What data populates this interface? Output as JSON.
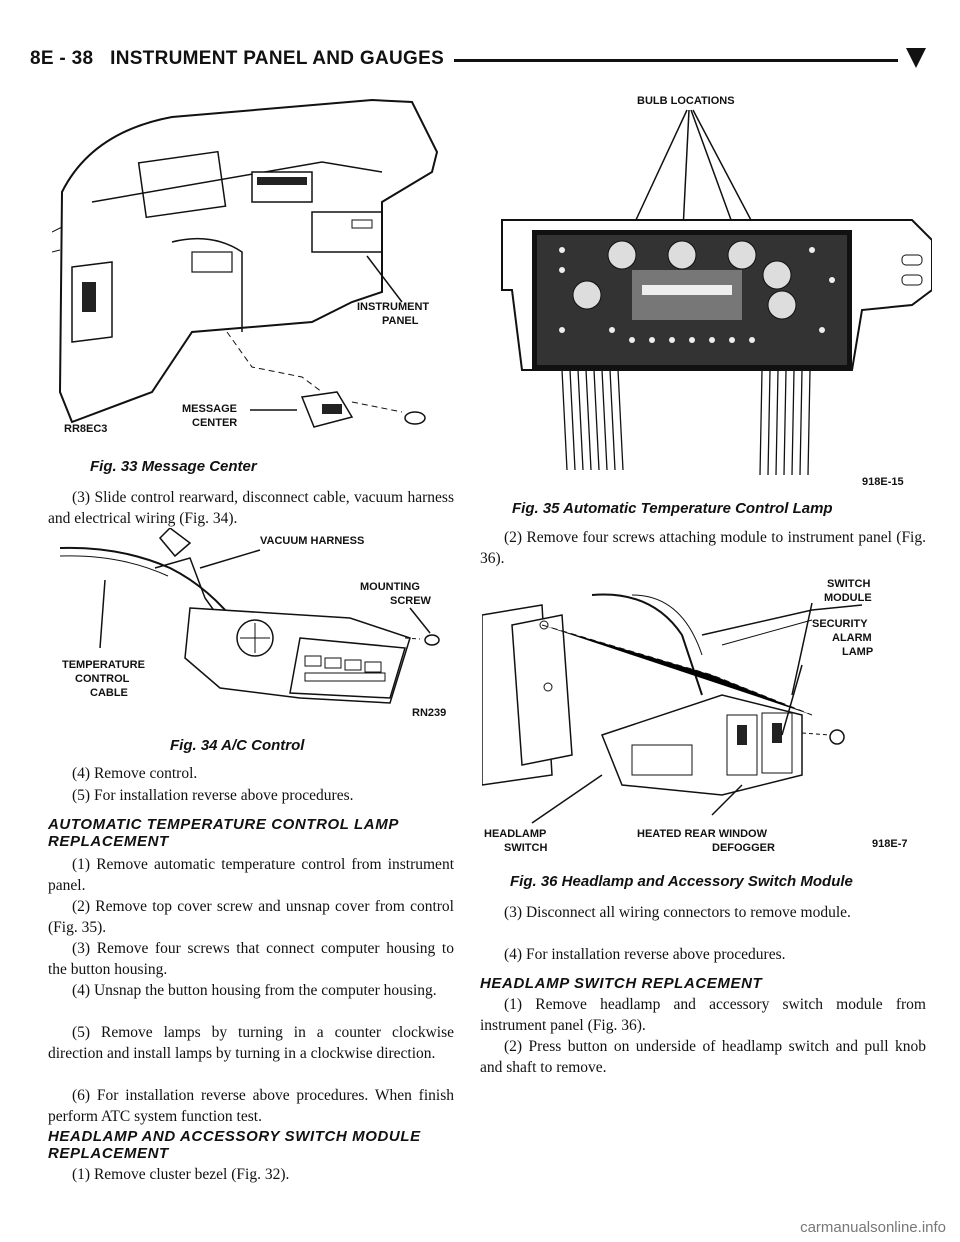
{
  "header": {
    "section": "8E - 38",
    "title": "INSTRUMENT PANEL AND GAUGES"
  },
  "fig33": {
    "caption": "Fig. 33 Message Center",
    "labels": {
      "instrument": "INSTRUMENT",
      "panel": "PANEL",
      "message": "MESSAGE",
      "center": "CENTER",
      "code": "RR8EC3"
    }
  },
  "fig34": {
    "caption": "Fig. 34 A/C Control",
    "labels": {
      "vacuum": "VACUUM HARNESS",
      "mounting": "MOUNTING",
      "screw": "SCREW",
      "temp1": "TEMPERATURE",
      "temp2": "CONTROL",
      "temp3": "CABLE",
      "code": "RN239"
    }
  },
  "fig35": {
    "caption": "Fig. 35 Automatic Temperature Control Lamp",
    "labels": {
      "bulb": "BULB LOCATIONS",
      "code": "918E-15"
    }
  },
  "fig36": {
    "caption": "Fig. 36 Headlamp and Accessory Switch Module",
    "labels": {
      "switch1": "SWITCH",
      "switch2": "MODULE",
      "sec1": "SECURITY",
      "sec2": "ALARM",
      "sec3": "LAMP",
      "head1": "HEADLAMP",
      "head2": "SWITCH",
      "heated1": "HEATED REAR WINDOW",
      "heated2": "DEFOGGER",
      "code": "918E-7"
    }
  },
  "left": {
    "p1": "(3) Slide control rearward, disconnect cable, vacuum harness and electrical wiring (Fig. 34).",
    "p2": "(4) Remove control.",
    "p3": "(5) For installation reverse above procedures.",
    "h1": "AUTOMATIC TEMPERATURE CONTROL LAMP REPLACEMENT",
    "s1": "(1) Remove automatic temperature control from instrument panel.",
    "s2": "(2) Remove top cover screw and unsnap cover from control (Fig. 35).",
    "s3": "(3) Remove four screws that connect computer housing to the button housing.",
    "s4": "(4) Unsnap the button housing from the computer housing.",
    "s5": "(5) Remove lamps by turning in a counter clockwise direction and install lamps by turning in a clockwise direction.",
    "s6": "(6) For installation reverse above procedures. When finish perform ATC system function test.",
    "h2": "HEADLAMP AND ACCESSORY SWITCH MODULE REPLACEMENT",
    "s7": "(1) Remove cluster bezel (Fig. 32)."
  },
  "right": {
    "p1": "(2) Remove four screws attaching module to instrument panel (Fig. 36).",
    "p2": "(3) Disconnect all wiring connectors to remove module.",
    "p3": "(4) For installation reverse above procedures.",
    "h1": "HEADLAMP SWITCH REPLACEMENT",
    "p4": "(1) Remove headlamp and accessory switch module from instrument panel (Fig. 36).",
    "p5": "(2) Press button on underside of headlamp switch and pull knob and shaft to remove."
  },
  "footer": "carmanualsonline.info"
}
